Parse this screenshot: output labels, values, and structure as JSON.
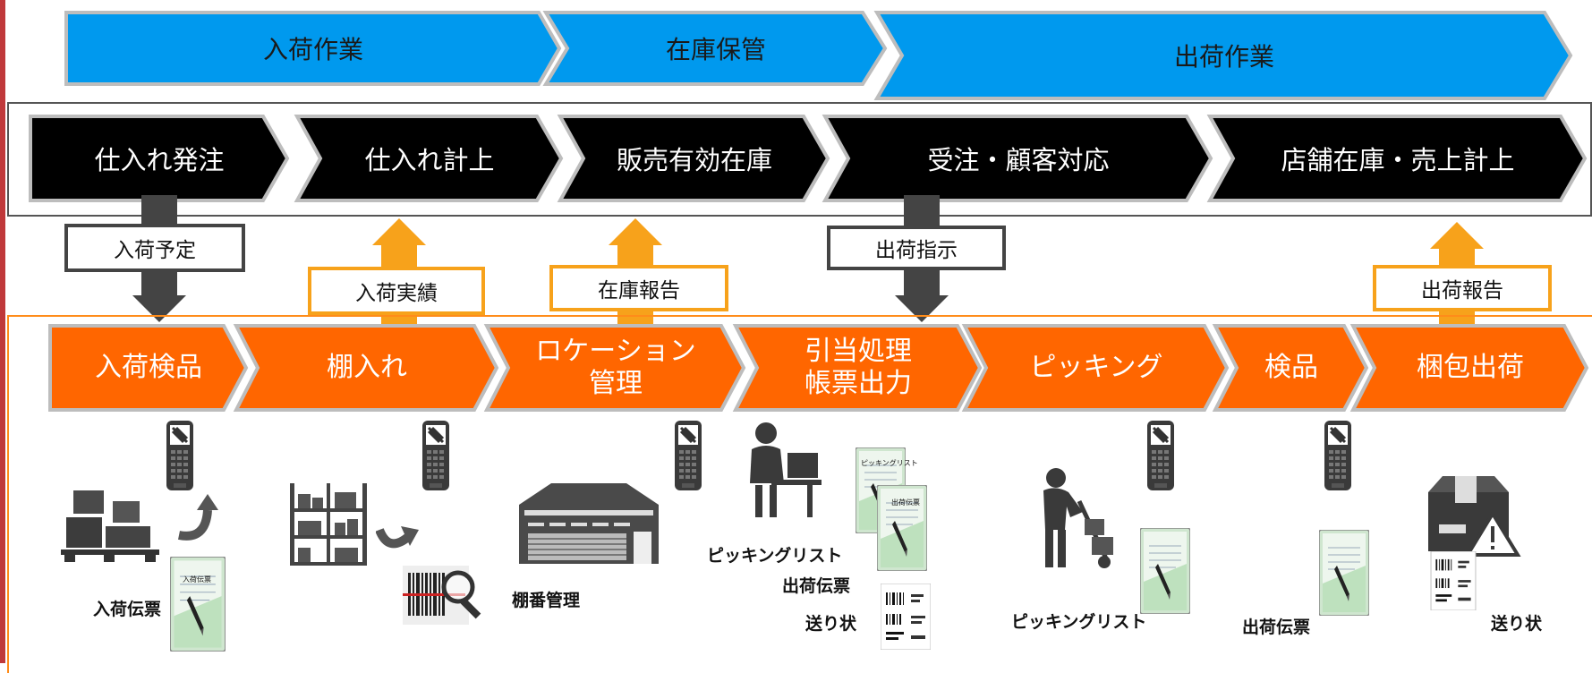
{
  "phases": [
    {
      "label": "入荷作業"
    },
    {
      "label": "在庫保管"
    },
    {
      "label": "出荷作業"
    }
  ],
  "system_steps": [
    {
      "label": "仕入れ発注"
    },
    {
      "label": "仕入れ計上"
    },
    {
      "label": "販売有効在庫"
    },
    {
      "label": "受注・顧客対応"
    },
    {
      "label": "店舗在庫・売上計上"
    }
  ],
  "messages": {
    "receiving_schedule": "入荷予定",
    "receiving_result": "入荷実績",
    "inventory_report": "在庫報告",
    "shipping_instruction": "出荷指示",
    "shipping_report": "出荷報告"
  },
  "warehouse_steps": [
    {
      "line1": "入荷検品",
      "line2": ""
    },
    {
      "line1": "棚入れ",
      "line2": ""
    },
    {
      "line1": "ロケーション",
      "line2": "管理"
    },
    {
      "line1": "引当処理",
      "line2": "帳票出力"
    },
    {
      "line1": "ピッキング",
      "line2": ""
    },
    {
      "line1": "検品",
      "line2": ""
    },
    {
      "line1": "梱包出荷",
      "line2": ""
    }
  ],
  "documents": {
    "receiving_slip": "入荷伝票",
    "shelf_management": "棚番管理",
    "picking_list_1": "ピッキングリスト",
    "shipping_slip_1": "出荷伝票",
    "delivery_label_1": "送り状",
    "picking_list_2": "ピッキングリスト",
    "shipping_slip_2": "出荷伝票",
    "delivery_label_2": "送り状"
  },
  "doc_headers": {
    "receiving": "入荷伝票",
    "picking": "ピッキングリスト",
    "shipping": "出荷伝票"
  },
  "colors": {
    "blue": "#0099ee",
    "black": "#000000",
    "orange": "#ff6600",
    "arrow_orange": "#f7a21b",
    "arrow_gray": "#444444",
    "frame_red": "#c0393b"
  }
}
